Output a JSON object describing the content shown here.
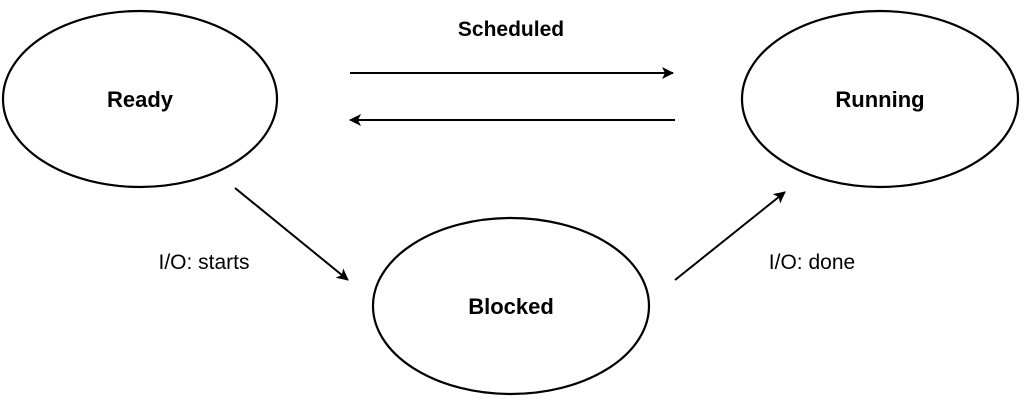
{
  "diagram": {
    "states": {
      "ready": "Ready",
      "running": "Running",
      "blocked": "Blocked"
    },
    "transitions": {
      "scheduled": "Scheduled",
      "io_starts": "I/O: starts",
      "io_done": "I/O: done"
    }
  }
}
